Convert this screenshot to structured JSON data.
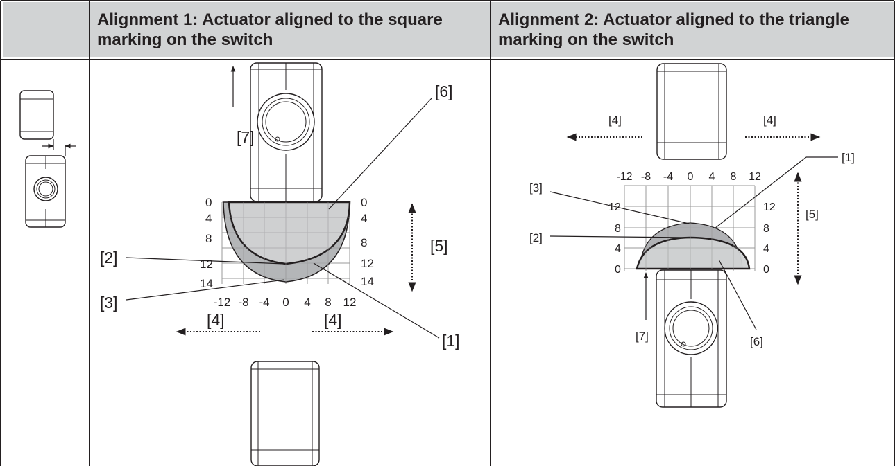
{
  "header": {
    "col0": "",
    "col1": "Alignment 1: Actuator aligned to the square marking on the switch",
    "col2": "Alignment 2: Actuator aligned to the triangle marking on the switch"
  },
  "diagram1": {
    "y_ticks_left": [
      "0",
      "4",
      "8",
      "12",
      "14"
    ],
    "y_ticks_right": [
      "0",
      "4",
      "8",
      "12",
      "14"
    ],
    "x_ticks": [
      "-12",
      "-8",
      "-4",
      "0",
      "4",
      "8",
      "12"
    ],
    "callouts": {
      "c1": "[1]",
      "c2": "[2]",
      "c3": "[3]",
      "c4a": "[4]",
      "c4b": "[4]",
      "c5": "[5]",
      "c6": "[6]",
      "c7": "[7]"
    }
  },
  "diagram2": {
    "y_ticks_left": [
      "12",
      "8",
      "4",
      "0"
    ],
    "y_ticks_right": [
      "12",
      "8",
      "4",
      "0"
    ],
    "x_ticks": [
      "-12",
      "-8",
      "-4",
      "0",
      "4",
      "8",
      "12"
    ],
    "callouts": {
      "c1": "[1]",
      "c2": "[2]",
      "c3": "[3]",
      "c4a": "[4]",
      "c4b": "[4]",
      "c5": "[5]",
      "c6": "[6]",
      "c7": "[7]"
    }
  },
  "colors": {
    "header_bg": "#d1d3d4",
    "zone_light": "#d1d3d4",
    "zone_dark": "#a7a9ac",
    "line": "#231f20"
  }
}
